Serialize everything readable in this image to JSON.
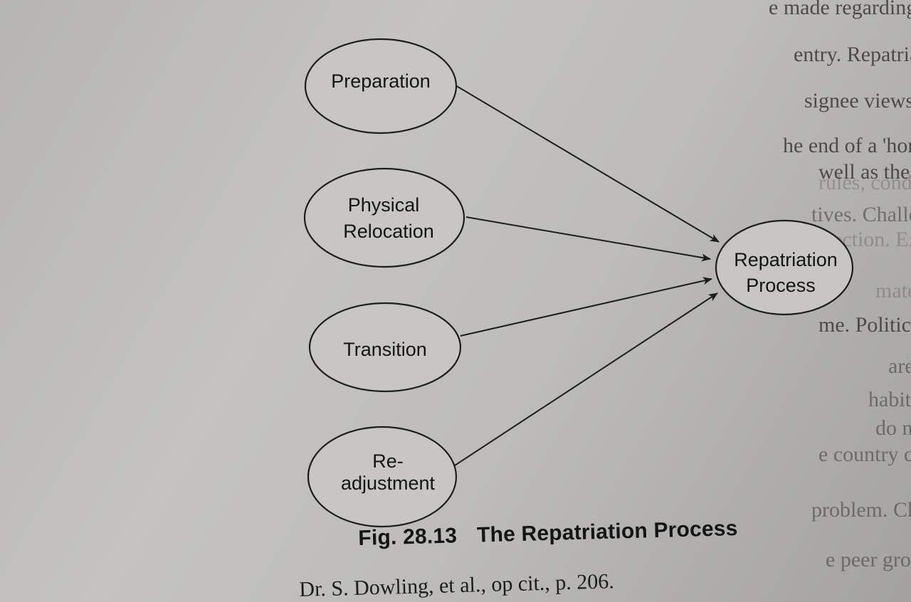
{
  "background_text": {
    "lines": [
      "e made regarding positions and promotions.",
      "entry.  Repatriation poses certain problems more intense than those encount",
      "signee views expatriation as sort of reward for increased performance; hor e",
      "he end of a 'honeymoon' in his or her career. Challenges of re-entry relate",
      "well as the MNC.",
      "tives.  Challenges from the assignee perspective include personal and profe",
      "ection. Expatriate experiences reverse culture shock. The returnee expects t",
      "mately the way he or she had left. But after repatriation the assignee find",
      "me. Political, economic, social and cultural climate have changed. Moreov",
      "are not the same old individuals. The stay abroad has brought changes in",
      "habits and practices. These changes have created high expectations about the",
      "do not match with reality. They expect to reassess about everything and the sy",
      "e country citizens. It is not the same home any more. The subsequent problem, for",
      "problem. Children too find it not difficult to adjust going back to school, arrangement",
      "e peer group and behaviour patterns. Children use slang, sports and talking down",
      "rules, conditions and rules, in International Labour Relations"
    ]
  },
  "diagram": {
    "nodes": {
      "preparation": "Preparation",
      "physical_line1": "Physical",
      "physical_line2": "Relocation",
      "transition": "Transition",
      "readjust_line1": "Re-",
      "readjust_line2": "adjustment",
      "repatriation_line1": "Repatriation",
      "repatriation_line2": "Process"
    },
    "colors": {
      "ellipse_fill": "#c7c6c3",
      "stroke": "#1d1d1d"
    }
  },
  "caption": {
    "figure_number": "Fig. 28.13",
    "title": "The Repatriation Process"
  },
  "footer": {
    "source_note": "Dr. S. Dowling, et al., op cit., p. 206."
  }
}
